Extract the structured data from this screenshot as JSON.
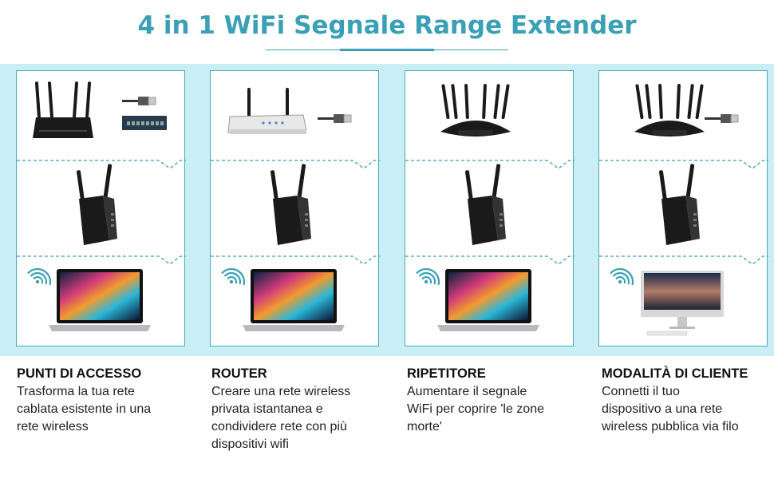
{
  "header": {
    "title": "4 in 1 WiFi Segnale Range Extender"
  },
  "colors": {
    "accent": "#3aa0b6",
    "band": "#c9eef6",
    "device": "#1a1a1a"
  },
  "modes": [
    {
      "title": "PUNTI DI ACCESSO",
      "desc_lines": [
        "Trasforma la tua rete",
        "cablata esistente in una",
        "rete wireless"
      ],
      "top_device": "router-4-antenna-icon",
      "top_extra": [
        "ethernet-cable-icon",
        "network-switch-icon"
      ],
      "bottom_device": "laptop-icon"
    },
    {
      "title": "ROUTER",
      "desc_lines": [
        "Creare una rete wireless",
        "privata istantanea e",
        "condividere rete con più",
        "dispositivi wifi"
      ],
      "top_device": "modem-icon",
      "top_extra": [
        "ethernet-cable-icon"
      ],
      "bottom_device": "laptop-icon"
    },
    {
      "title": "RIPETITORE",
      "desc_lines": [
        "Aumentare il segnale",
        "WiFi per coprire 'le zone",
        "morte'"
      ],
      "top_device": "router-6-antenna-icon",
      "top_extra": [],
      "bottom_device": "laptop-icon"
    },
    {
      "title": "MODALITÀ DI CLIENTE",
      "desc_lines": [
        "Connetti il tuo",
        "dispositivo a una rete",
        "wireless pubblica via filo"
      ],
      "top_device": "router-6-antenna-icon",
      "top_extra": [
        "ethernet-cable-icon"
      ],
      "bottom_device": "desktop-computer-icon"
    }
  ]
}
